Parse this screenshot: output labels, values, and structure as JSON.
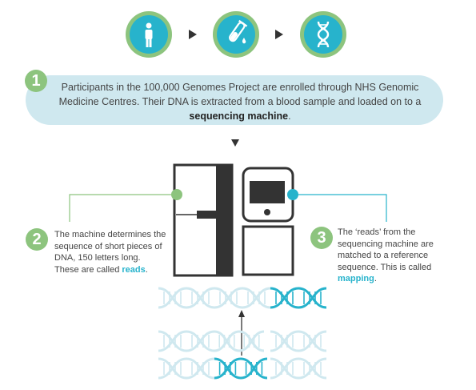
{
  "icons": [
    {
      "name": "person-icon"
    },
    {
      "name": "test-tube-icon"
    },
    {
      "name": "dna-helix-icon"
    }
  ],
  "step1": {
    "number": "1",
    "text_before": "Participants in the 100,000 Genomes Project are enrolled through NHS Genomic Medicine Centres. Their DNA is extracted from a blood sample and loaded on to a ",
    "emphasis": "sequencing machine",
    "text_after": "."
  },
  "step2": {
    "number": "2",
    "text_before": "The machine determines the sequence of short pieces of DNA, 150 letters long. These are called ",
    "emphasis": "reads",
    "text_after": "."
  },
  "step3": {
    "number": "3",
    "text_before": "The ‘reads’ from the sequencing machine are matched to a reference sequence. This is called ",
    "emphasis": "mapping",
    "text_after": "."
  },
  "colors": {
    "green": "#8dc47e",
    "teal": "#27b3cc",
    "light_teal": "#cfe8ef",
    "dark": "#333333"
  }
}
